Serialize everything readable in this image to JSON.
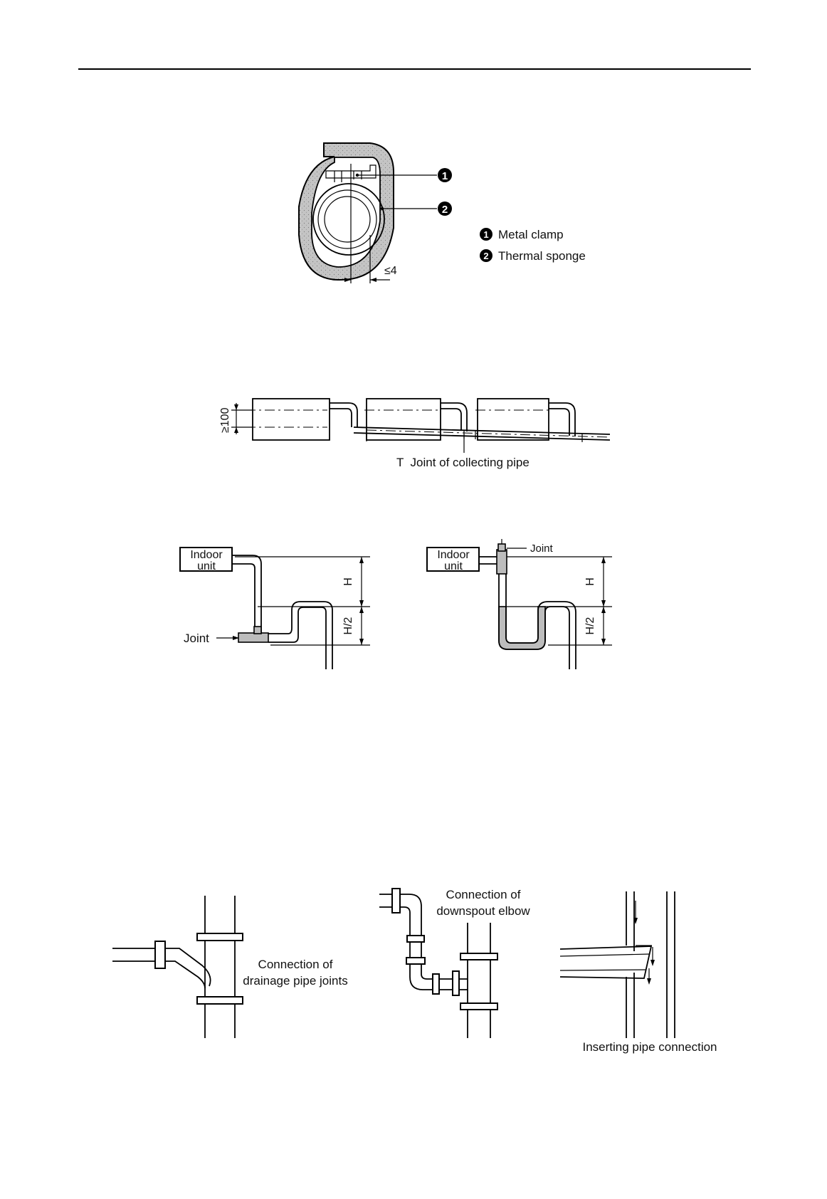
{
  "clamp_figure": {
    "callout_1": "1",
    "callout_2": "2",
    "dimension": "≤4",
    "legend": [
      {
        "num": "1",
        "text": "Metal clamp"
      },
      {
        "num": "2",
        "text": "Thermal sponge"
      }
    ]
  },
  "collecting_figure": {
    "height_dim": "≥100",
    "joint_label": "T  Joint of collecting pipe"
  },
  "trap_figure": {
    "left": {
      "unit_line1": "Indoor",
      "unit_line2": "unit",
      "joint": "Joint",
      "dim_h": "H",
      "dim_h2": "H/2"
    },
    "right": {
      "unit_line1": "Indoor",
      "unit_line2": "unit",
      "joint": "Joint",
      "dim_h": "H",
      "dim_h2": "H/2"
    }
  },
  "connection_figure": {
    "drainage_line1": "Connection of",
    "drainage_line2": "drainage pipe joints",
    "downspout_line1": "Connection of",
    "downspout_line2": "downspout elbow",
    "inserting": "Inserting pipe connection"
  },
  "colors": {
    "sponge": "#bdbdbd",
    "line": "#000000"
  }
}
